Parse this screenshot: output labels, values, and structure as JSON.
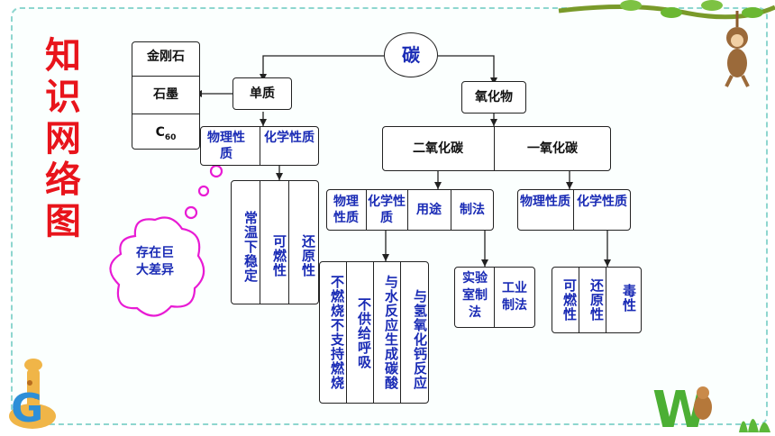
{
  "title_chars": [
    "知",
    "识",
    "网",
    "络",
    "图"
  ],
  "root": "碳",
  "simple_substance": {
    "label": "单质",
    "allotropes": [
      "金刚石",
      "石墨",
      "C",
      "60"
    ],
    "physical_properties": "物理性质",
    "chemical_properties": "化学性质",
    "physical_detail": "存在巨大差异",
    "chemical_details": [
      "常温下稳定",
      "可燃性",
      "还原性"
    ]
  },
  "oxides": {
    "label": "氧化物",
    "co2": {
      "label": "二氧化碳",
      "items": [
        "物理性质",
        "化学性质",
        "用途",
        "制法"
      ],
      "physical_details": [
        "不燃烧不支持燃烧",
        "不供给呼吸"
      ],
      "chemical_details": [
        "与水反应生成碳酸",
        "与氢氧化钙反应"
      ],
      "preparation": [
        "实验室制法",
        "工业制法"
      ]
    },
    "co": {
      "label": "一氧化碳",
      "items": [
        "物理性质",
        "化学性质"
      ],
      "chemical_details": [
        "可燃性",
        "还原性",
        "毒性"
      ]
    }
  }
}
